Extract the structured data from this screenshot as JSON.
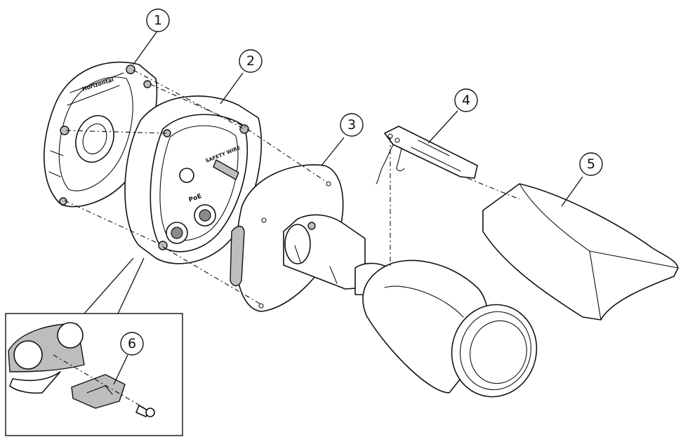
{
  "callouts": [
    {
      "id": "1",
      "label": "1"
    },
    {
      "id": "2",
      "label": "2"
    },
    {
      "id": "3",
      "label": "3"
    },
    {
      "id": "4",
      "label": "4"
    },
    {
      "id": "5",
      "label": "5"
    },
    {
      "id": "6",
      "label": "6"
    }
  ],
  "printed_text": {
    "plate_label": "Horizontal",
    "box_label": "PoE",
    "box_label2": "SAFETY WIRE"
  }
}
